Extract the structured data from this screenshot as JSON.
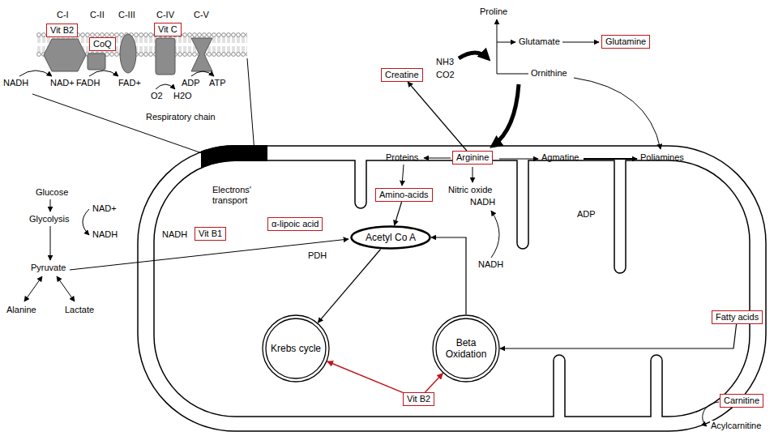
{
  "diagram": {
    "nodes": [
      {
        "text": [
          "Vit B2"
        ]
      },
      {
        "text": [
          "CoQ"
        ]
      },
      {
        "text": [
          "Vit C"
        ]
      },
      {
        "text": [
          "Creatine"
        ]
      },
      {
        "text": [
          "Glutamine"
        ]
      },
      {
        "text": [
          "Arginine"
        ]
      },
      {
        "text": [
          "Amino-acids"
        ]
      },
      {
        "text": [
          "Vit B1"
        ]
      },
      {
        "text": [
          "α-lipoic acid"
        ]
      },
      {
        "text": [
          "Acetyl Co A"
        ]
      },
      {
        "text": [
          "Fatty acids"
        ]
      },
      {
        "text": [
          "Krebs cycle"
        ]
      },
      {
        "text": [
          "Beta Oxidation"
        ]
      },
      {
        "text": [
          "Vit B2"
        ]
      },
      {
        "text": [
          "Carnitine"
        ]
      }
    ],
    "edges": [
      {
        "from": 6,
        "to": 9,
        "arrow": "to"
      },
      {
        "from": 10,
        "to": 12,
        "arrow": "to"
      },
      {
        "from": 12,
        "to": 9,
        "arrow": "to"
      },
      {
        "from": 9,
        "to": 11,
        "arrow": "to"
      },
      {
        "from": 13,
        "to": 11,
        "arrow": "to"
      },
      {
        "from": 13,
        "to": 12,
        "arrow": "to"
      },
      {
        "from": 5,
        "to": 3,
        "arrow": "to"
      }
    ],
    "labels": [
      "C-I",
      "C-II",
      "C-III",
      "C-IV",
      "C-V",
      "NADH",
      "NAD+",
      "FADH",
      "FAD+",
      "O2",
      "H2O",
      "ADP",
      "ATP",
      "Proline",
      "Glutamate",
      "NH3",
      "CO2",
      "Ornithine",
      "Proteins",
      "Agmatine",
      "Poliamines",
      "Nitric oxide",
      "Respiratory chain",
      "Electrons' transport",
      "Glucose",
      "Glycolysis",
      "NAD+",
      "NADH",
      "Pyruvate",
      "Alanine",
      "Lactate",
      "NADH",
      "PDH",
      "NADH",
      "NADH",
      "ADP",
      "Acylcarnitine"
    ]
  }
}
